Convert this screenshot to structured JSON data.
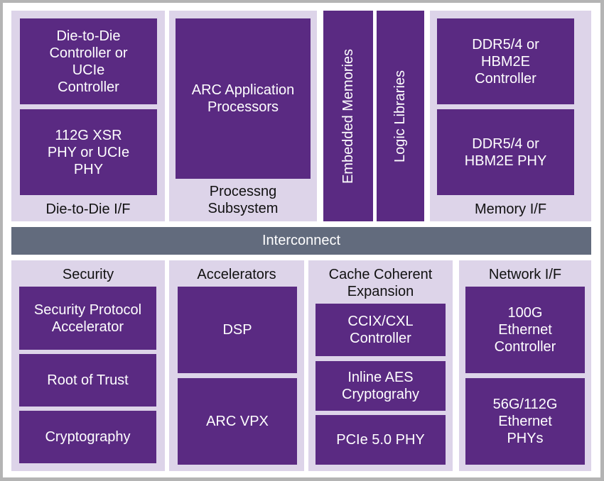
{
  "diagram": {
    "colors": {
      "panel": "#ddd4e9",
      "block": "#5a2a82",
      "interconnect": "#626b7d",
      "frame_border": "#b4b4b4",
      "block_text": "#ffffff",
      "label_text": "#111111"
    },
    "top_row": {
      "die_to_die": {
        "label": "Die-to-Die I/F",
        "blocks": [
          "Die-to-Die\nController or\nUCIe\nController",
          "112G XSR\nPHY or UCIe\nPHY"
        ]
      },
      "processing": {
        "label": "Processng\nSubsystem",
        "blocks": [
          "ARC Application\nProcessors"
        ]
      },
      "embedded_memories": "Embedded Memories",
      "logic_libraries": "Logic Libraries",
      "memory": {
        "label": "Memory I/F",
        "blocks": [
          "DDR5/4 or\nHBM2E\nController",
          "DDR5/4 or\nHBM2E PHY"
        ]
      }
    },
    "interconnect": "Interconnect",
    "bottom_row": {
      "security": {
        "label": "Security",
        "blocks": [
          "Security Protocol\nAccelerator",
          "Root of Trust",
          "Cryptography"
        ]
      },
      "accelerators": {
        "label": "Accelerators",
        "blocks": [
          "DSP",
          "ARC VPX"
        ]
      },
      "cache_coherent": {
        "label": "Cache Coherent\nExpansion",
        "blocks": [
          "CCIX/CXL\nController",
          "Inline AES\nCryptograhy",
          "PCIe 5.0 PHY"
        ]
      },
      "network": {
        "label": "Network I/F",
        "blocks": [
          "100G\nEthernet\nController",
          "56G/112G\nEthernet\nPHYs"
        ]
      }
    }
  }
}
